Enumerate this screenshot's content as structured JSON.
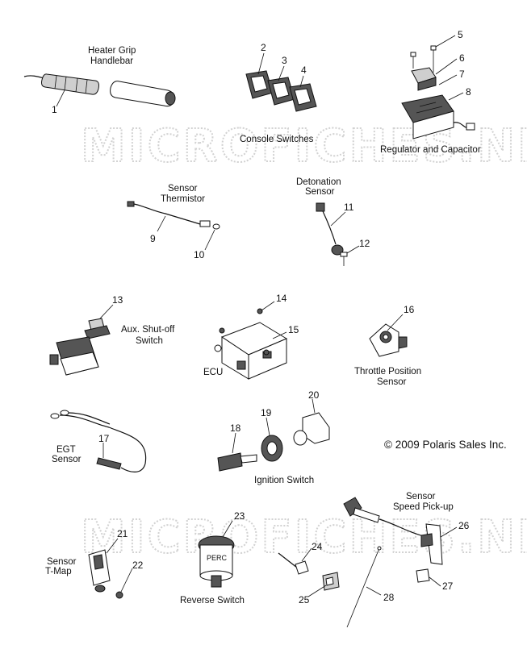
{
  "watermark": "MICROFICHES.NET",
  "copyright": "© 2009 Polaris Sales Inc.",
  "labels": {
    "heater_grip_1": "Heater Grip",
    "heater_grip_2": "Handlebar",
    "console_switches": "Console Switches",
    "regulator": "Regulator and Capacitor",
    "thermistor_1": "Sensor",
    "thermistor_2": "Thermistor",
    "detonation_1": "Detonation",
    "detonation_2": "Sensor",
    "aux_1": "Aux. Shut-off",
    "aux_2": "Switch",
    "ecu": "ECU",
    "tps_1": "Throttle Position",
    "tps_2": "Sensor",
    "egt_1": "EGT",
    "egt_2": "Sensor",
    "ignition": "Ignition Switch",
    "speed_1": "Sensor",
    "speed_2": "Speed Pick-up",
    "tmap_1": "Sensor",
    "tmap_2": "T-Map",
    "reverse": "Reverse Switch",
    "perc": "PERC"
  },
  "callouts": [
    "1",
    "2",
    "3",
    "4",
    "5",
    "6",
    "7",
    "8",
    "9",
    "10",
    "11",
    "12",
    "13",
    "14",
    "15",
    "16",
    "17",
    "18",
    "19",
    "20",
    "21",
    "22",
    "23",
    "24",
    "25",
    "26",
    "27",
    "28"
  ]
}
